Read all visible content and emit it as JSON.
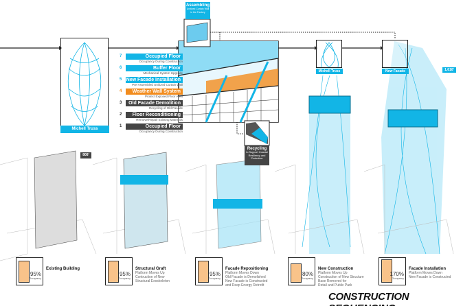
{
  "title": "CONSTRUCTION SEQUENCING",
  "assembling": {
    "title": "Assembling",
    "sub": "Unitized Curtain Wall in the Factory"
  },
  "top_labels": {
    "truss_left": "Michell Truss",
    "truss_right": "Michell Truss",
    "new_facade": "New Facade",
    "height_new": "1,616'",
    "height_existing": "808'"
  },
  "recycling": {
    "title": "Recycling",
    "sub": "to Support Coastal Resiliency and Protection"
  },
  "steps": [
    {
      "num": "7",
      "label": "Occupied Floor",
      "sub": "Occupancy During Construction",
      "color": "#12b5e6"
    },
    {
      "num": "6",
      "label": "Buffer Floor",
      "sub": "Mechanical System Upgrade",
      "color": "#12b5e6"
    },
    {
      "num": "5",
      "label": "New Facade Installation",
      "sub": "Pre-Assembled Unitized Curtain Wall",
      "color": "#12b5e6"
    },
    {
      "num": "4",
      "label": "Weather Wall System",
      "sub": "Protect Exposed Floor Area",
      "color": "#f28c1e"
    },
    {
      "num": "3",
      "label": "Old Facade Demolition",
      "sub": "Recycling of Old Facade",
      "color": "#444444"
    },
    {
      "num": "2",
      "label": "Floor Reconditioning",
      "sub": "Remove/Repair Existing Materials",
      "color": "#444444"
    },
    {
      "num": "1",
      "label": "Occupied Floor",
      "sub": "Occupancy During Construction",
      "color": "#444444"
    }
  ],
  "stages": [
    {
      "title": "Existing Building",
      "desc": [],
      "pct": "95%",
      "occ_label": "Occupancy",
      "fill": 0.95
    },
    {
      "title": "Structural Graft",
      "desc": [
        "Platform Moves Up",
        "Contruction of New",
        "Structural Exoskeleton"
      ],
      "pct": "95%",
      "occ_label": "Occupancy",
      "fill": 0.95
    },
    {
      "title": "Facade Repositioning",
      "desc": [
        "Platform Moves Down",
        "Old Facade is Demolished",
        "New Facade is Constructed",
        "and Deep Energy Retrofit"
      ],
      "pct": "95%",
      "occ_label": "Occupancy",
      "fill": 0.95
    },
    {
      "title": "New Construction",
      "desc": [
        "Platform Moves Up",
        "Construction of New Structure",
        "Base Removed for",
        "Retail and Public Park"
      ],
      "pct": "80%",
      "occ_label": "Occupancy",
      "fill": 0.8
    },
    {
      "title": "Facade Installation",
      "desc": [
        "Platform Moves Down",
        "New Facade is Constructed"
      ],
      "pct": "170%",
      "occ_label": "Occupancy",
      "fill": 1.0
    }
  ]
}
